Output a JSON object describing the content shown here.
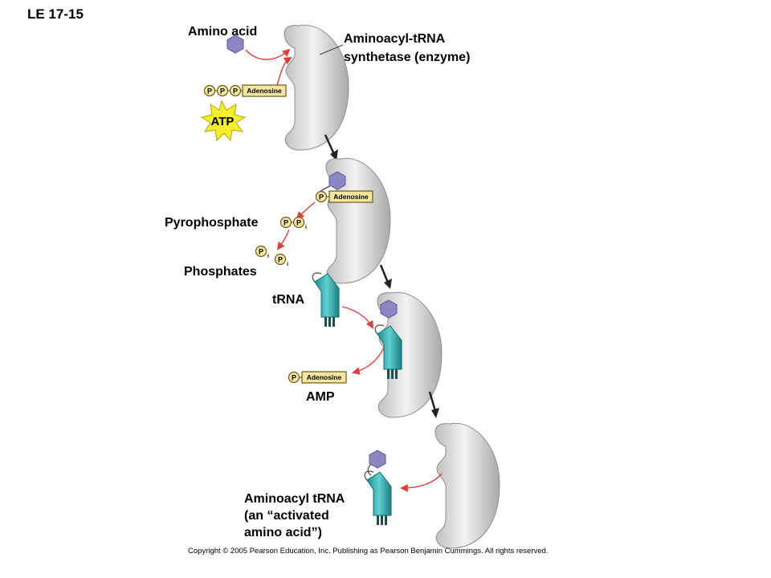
{
  "figure": {
    "id": "LE 17-15",
    "copyright": "Copyright © 2005 Pearson Education, Inc. Publishing as Pearson Benjamin Cummings. All rights reserved."
  },
  "labels": {
    "amino_acid": "Amino acid",
    "enzyme_line1": "Aminoacyl-tRNA",
    "enzyme_line2": "synthetase (enzyme)",
    "pyrophosphate": "Pyrophosphate",
    "phosphates": "Phosphates",
    "trna": "tRNA",
    "amp": "AMP",
    "product_line1": "Aminoacyl tRNA",
    "product_line2": "(an “activated",
    "product_line3": "amino acid”)"
  },
  "molecule_text": {
    "phosphate": "P",
    "inorganic_subscript": "i",
    "adenosine": "Adenosine",
    "atp": "ATP"
  },
  "colors": {
    "enzyme": "#d3d3d3",
    "amino_acid": "#8b87c4",
    "trna": "#3ab3b3",
    "phosphate": "#f6e7a0",
    "atp_star": "#f4ee2c",
    "arrow": "#e0403a"
  }
}
